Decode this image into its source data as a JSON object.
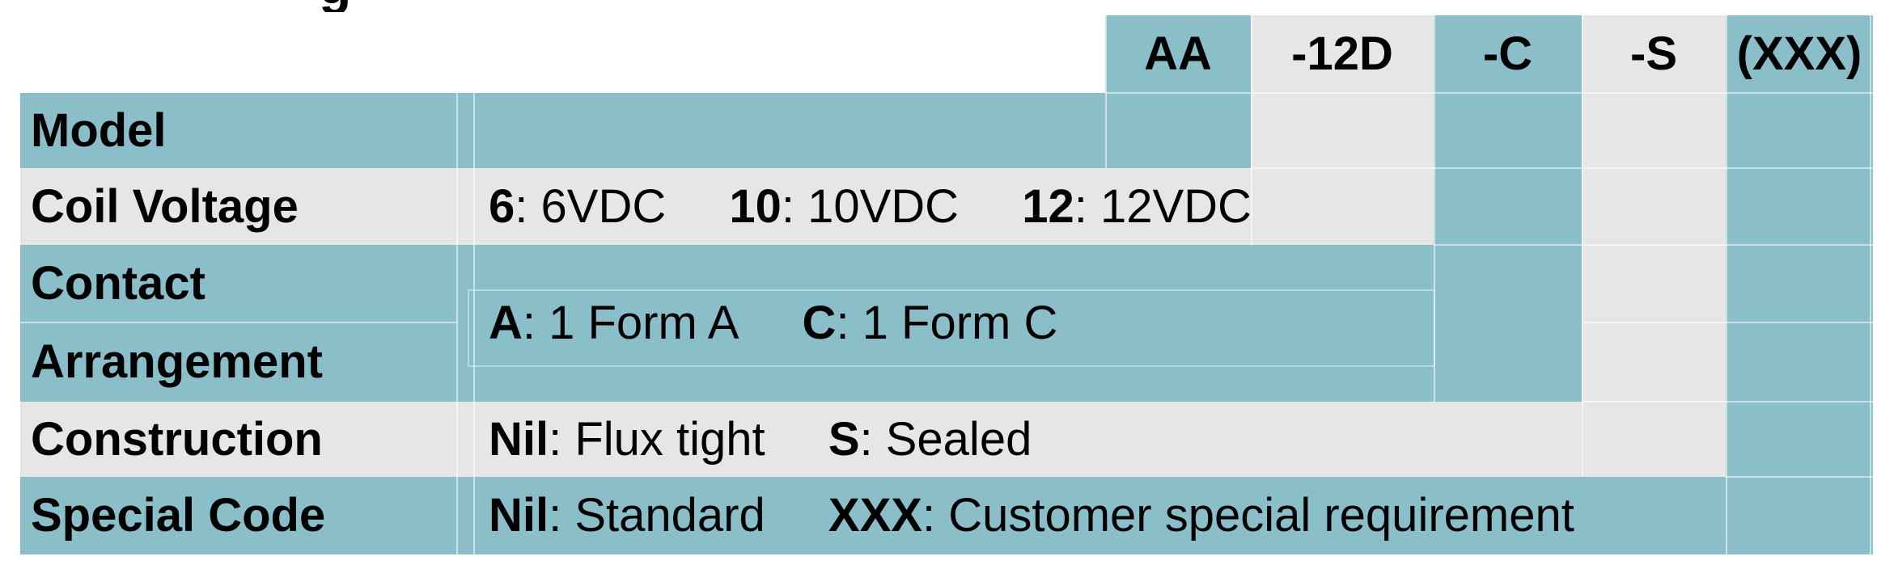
{
  "partial_heading": "g",
  "separator": ": ",
  "colors": {
    "teal": "#8abfca",
    "gray": "#e6e6e6",
    "text": "#000000",
    "background": "#ffffff"
  },
  "code_header": {
    "example_code": "AA-12D-C-S(XXX)",
    "segments": [
      {
        "code": "AA",
        "tone": "teal"
      },
      {
        "code": "-12D",
        "tone": "gray"
      },
      {
        "code": "-C",
        "tone": "teal"
      },
      {
        "code": "-S",
        "tone": "gray"
      },
      {
        "code": "(XXX)",
        "tone": "teal"
      }
    ]
  },
  "rows": [
    {
      "label": "Model",
      "options": []
    },
    {
      "label": "Coil Voltage",
      "options": [
        {
          "key": "6",
          "desc": "6VDC"
        },
        {
          "key": "10",
          "desc": "10VDC"
        },
        {
          "key": "12",
          "desc": "12VDC"
        }
      ]
    },
    {
      "label": "Contact",
      "label2": "Arrangement",
      "options": [
        {
          "key": "A",
          "desc": "1 Form A"
        },
        {
          "key": "C",
          "desc": "1 Form C"
        }
      ]
    },
    {
      "label": "Construction",
      "options": [
        {
          "key": "Nil",
          "desc": "Flux tight"
        },
        {
          "key": "S",
          "desc": "Sealed"
        }
      ]
    },
    {
      "label": "Special Code",
      "options": [
        {
          "key": "Nil",
          "desc": "Standard"
        },
        {
          "key": "XXX",
          "desc": "Customer special requirement"
        }
      ]
    }
  ]
}
